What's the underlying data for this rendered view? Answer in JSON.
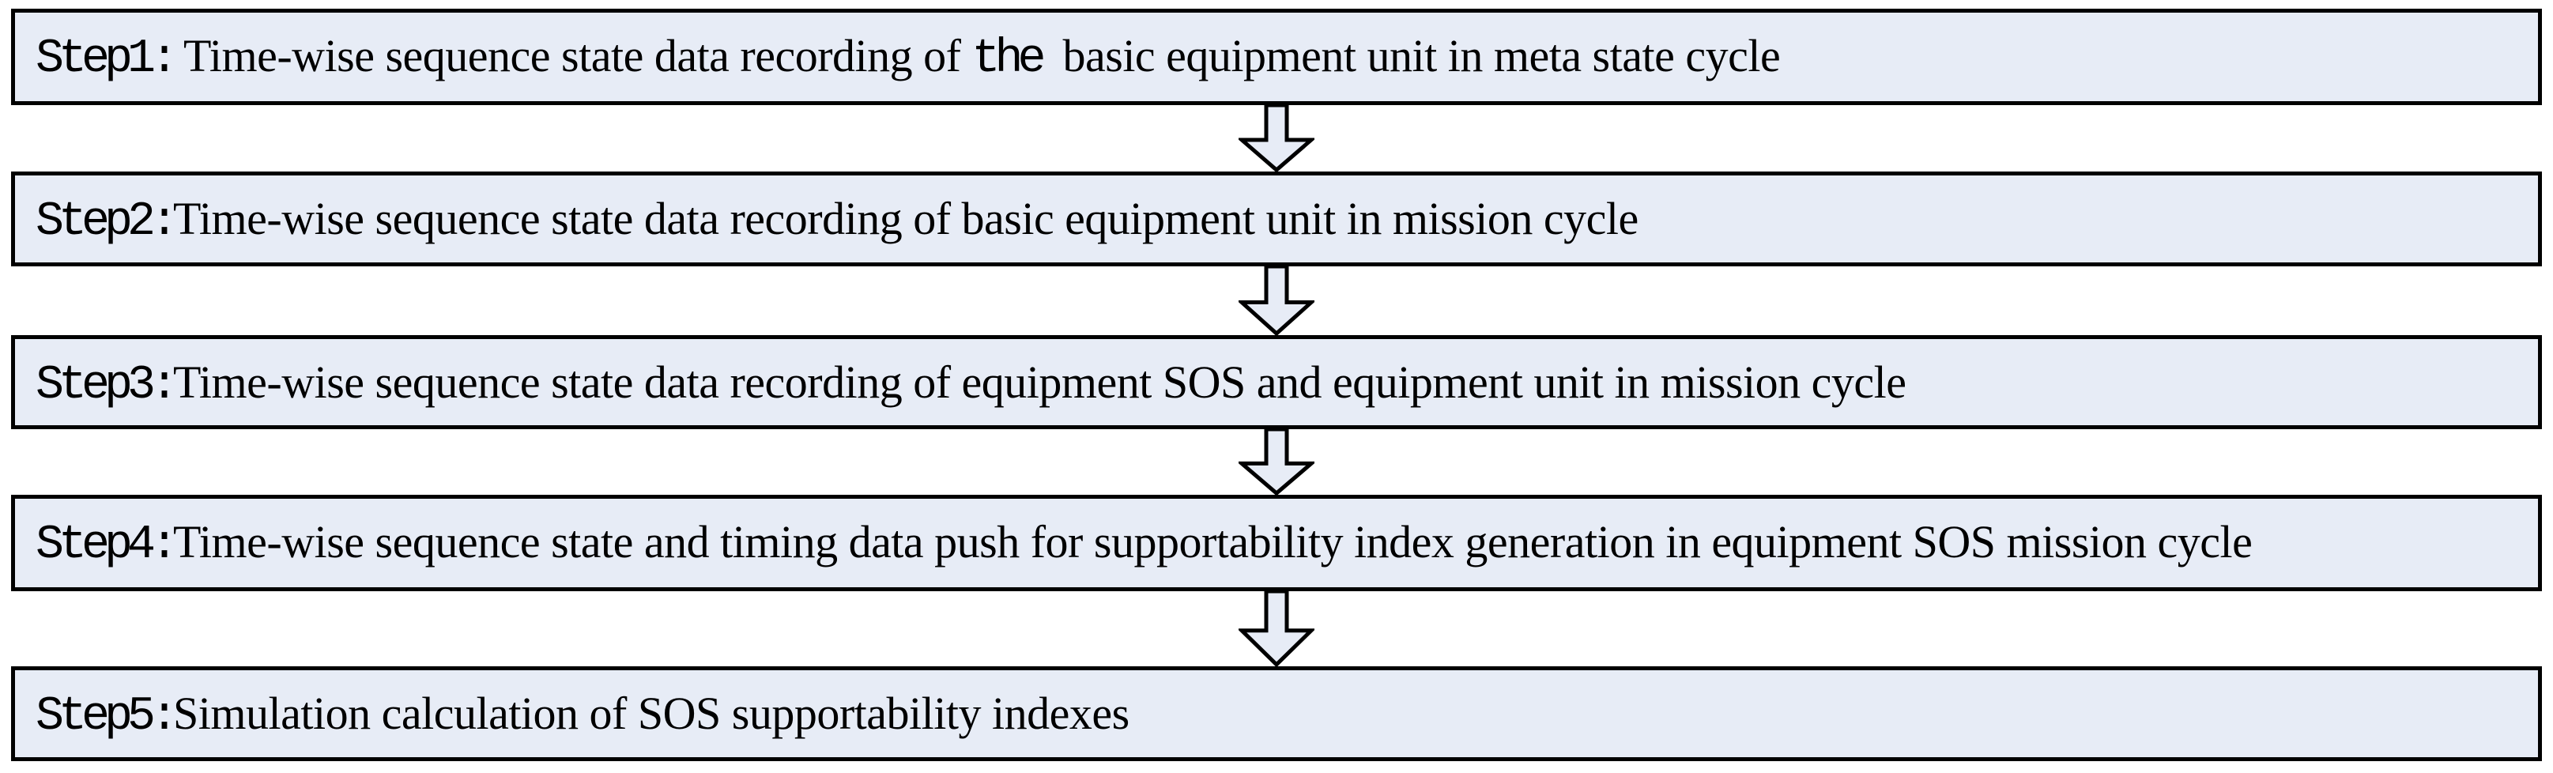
{
  "colors": {
    "background": "#FFFFFF",
    "box_fill": "#E7ECF6",
    "box_border": "#000000",
    "arrow_fill": "#E7ECF6",
    "arrow_outline": "#000000",
    "text": "#000000"
  },
  "flowchart": {
    "type": "vertical-step-flow",
    "connector_icon": "down-arrow-icon",
    "steps": [
      {
        "label": "Step1:",
        "segments": [
          {
            "text": " Time-wise sequence state data recording of "
          },
          {
            "text": "the"
          },
          {
            "text": "  basic equipment unit in meta state cycle"
          }
        ]
      },
      {
        "label": "Step2:",
        "segments": [
          {
            "text": "Time-wise sequence state data recording of basic equipment unit in mission cycle"
          }
        ]
      },
      {
        "label": "Step3:",
        "segments": [
          {
            "text": "Time-wise sequence state data recording of equipment SOS and equipment unit in mission cycle"
          }
        ]
      },
      {
        "label": "Step4:",
        "segments": [
          {
            "text": "Time-wise sequence state and timing data push for supportability index generation in equipment SOS mission cycle"
          }
        ]
      },
      {
        "label": "Step5:",
        "segments": [
          {
            "text": "Simulation calculation of SOS supportability indexes"
          }
        ]
      }
    ]
  }
}
